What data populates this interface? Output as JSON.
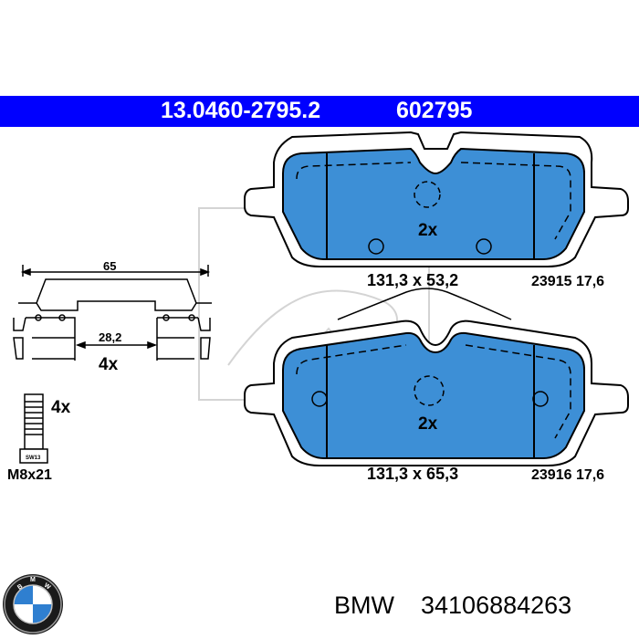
{
  "header": {
    "part_number": "13.0460-2795.2",
    "ref_number": "602795",
    "background_color": "#0000ff",
    "text_color": "#ffffff"
  },
  "front_pad": {
    "count": "2x",
    "dimensions": "131,3 x 53,2",
    "code": "23915 17,6",
    "fill_color": "#3d8fd6"
  },
  "rear_pad": {
    "count": "2x",
    "dimensions": "131,3 x 65,3",
    "code": "23916 17,6",
    "fill_color": "#3d8fd6"
  },
  "clip": {
    "overall_width": "65",
    "inner_width": "28,2",
    "count": "4x"
  },
  "bolt": {
    "count": "4x",
    "size": "M8x21",
    "head_marking": "SW13"
  },
  "footer": {
    "brand": "BMW",
    "oem_number": "34106884263",
    "logo_icon": "bmw-roundel-icon"
  }
}
